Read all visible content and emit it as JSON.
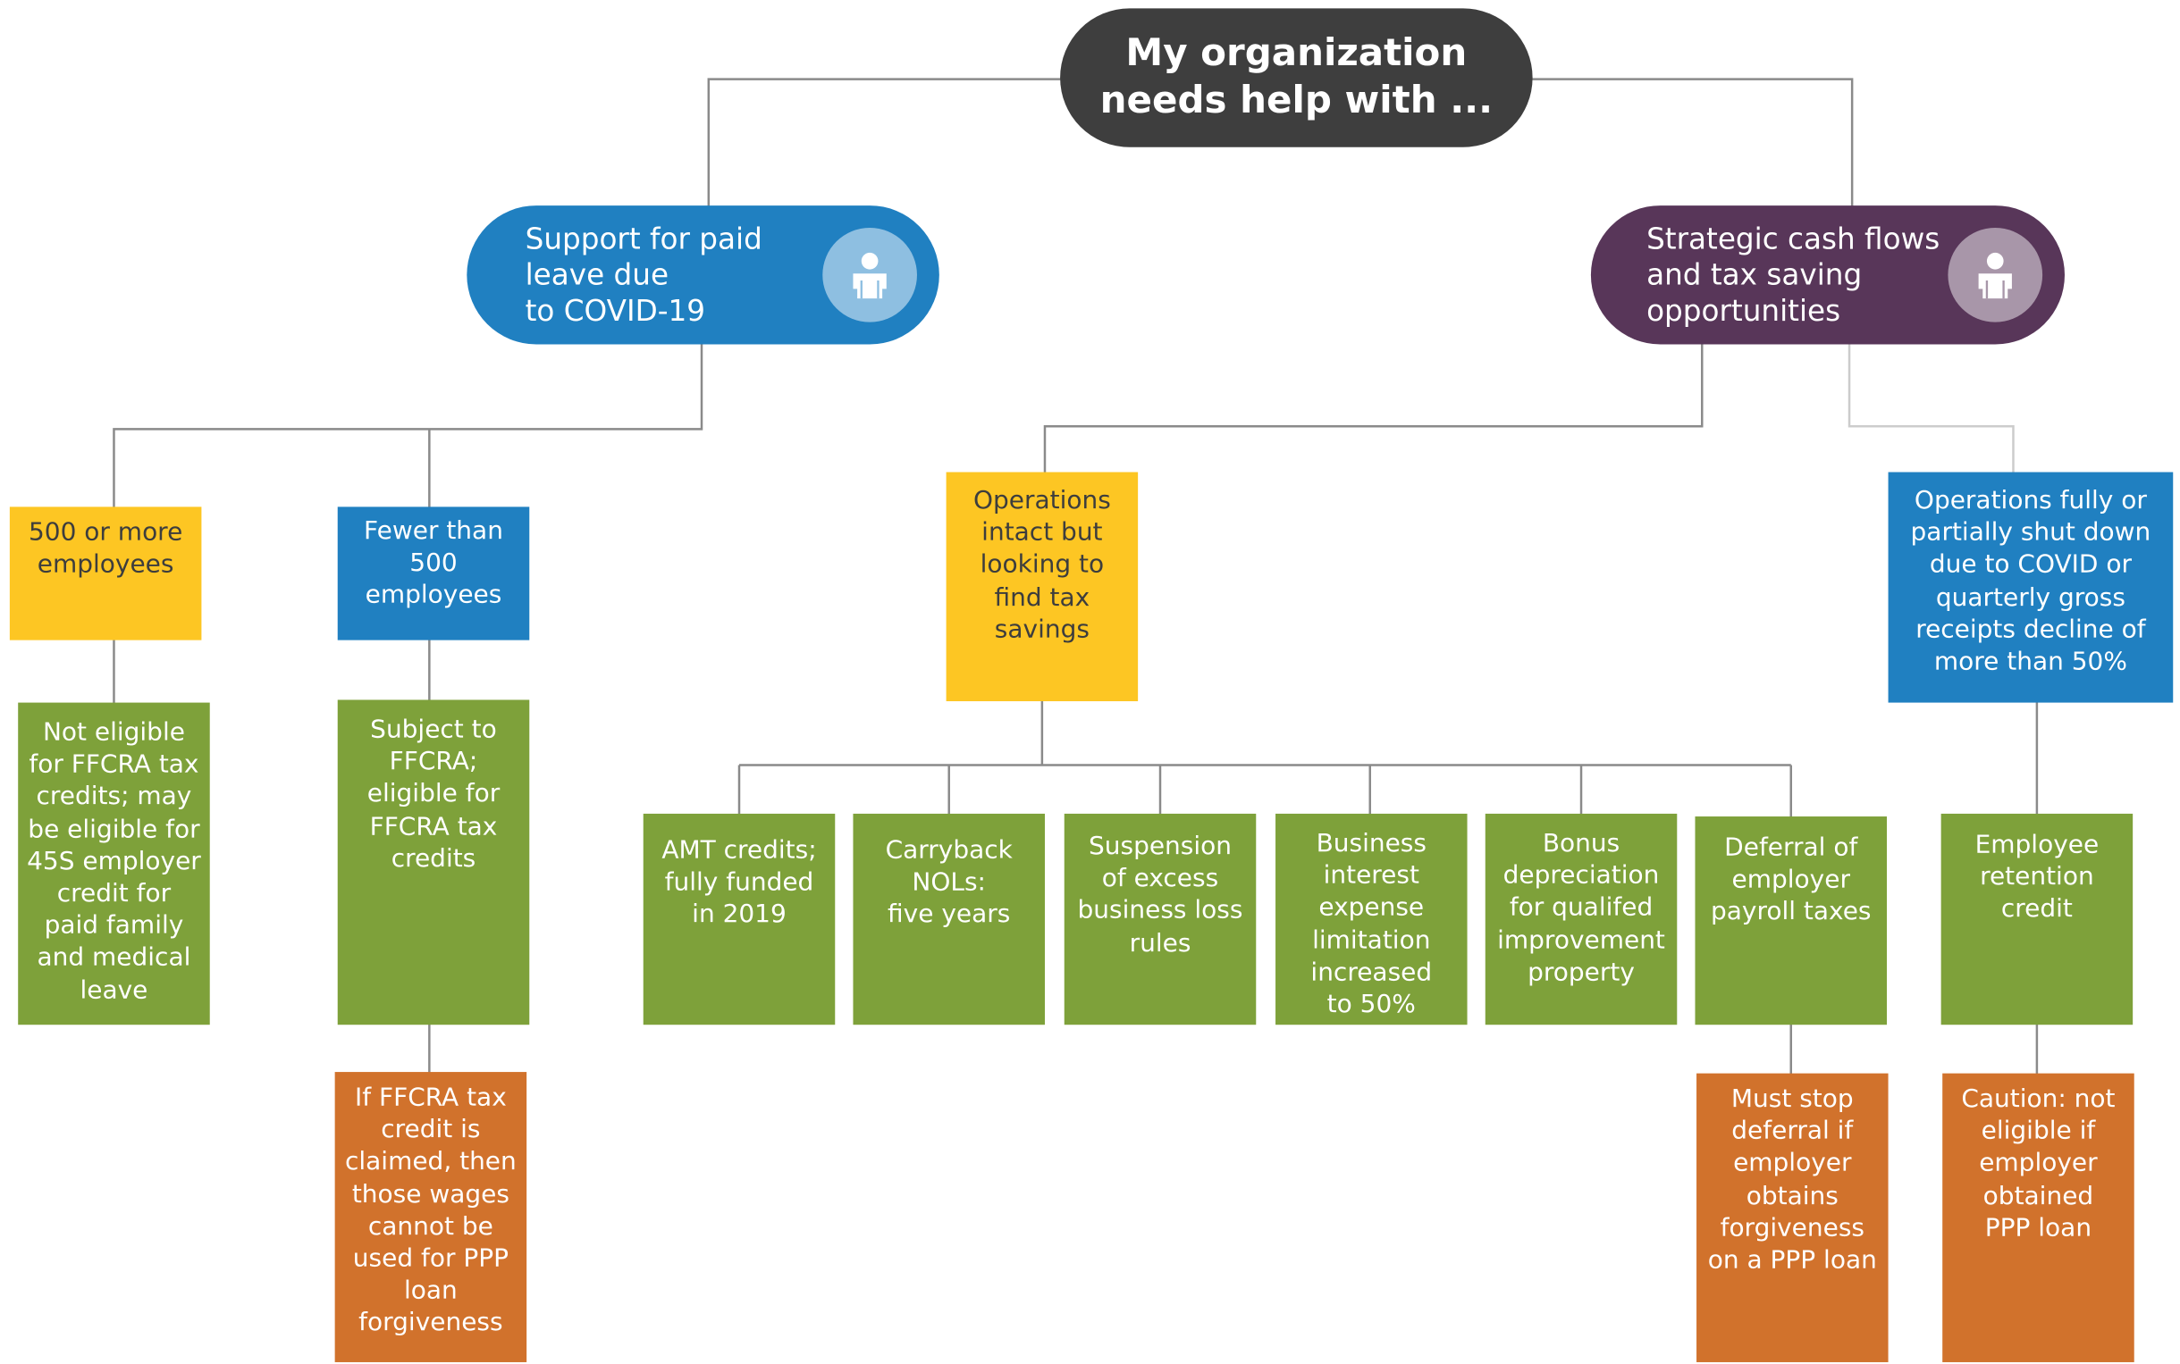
{
  "root": {
    "title": "My organization\nneeds help with ..."
  },
  "branches": {
    "paid_leave": {
      "label": "Support for paid\nleave due\nto COVID-19",
      "icon": "person-icon",
      "color": "#2080c1",
      "badge_color": "#8ebfe1"
    },
    "cash_flows": {
      "label": "Strategic cash flows\nand tax saving\nopportunities",
      "icon": "person-icon",
      "color": "#583659",
      "badge_color": "#a896a9"
    }
  },
  "level2": {
    "five_hundred_plus": "500 or more\nemployees",
    "fewer_than_500": "Fewer than\n500\nemployees",
    "operations_intact": "Operations\nintact but\nlooking to\nfind tax\nsavings",
    "operations_shut": "Operations fully or\npartially shut down\ndue to COVID or\nquarterly gross\nreceipts decline of\nmore than 50%"
  },
  "level3": {
    "not_eligible": "Not eligible\nfor FFCRA tax\ncredits; may\nbe eligible for\n45S employer\ncredit for\npaid family\nand medical\nleave",
    "subject_ffcra": "Subject to\nFFCRA;\neligible for\nFFCRA tax\ncredits",
    "amt_credits": "AMT credits;\nfully funded\nin 2019",
    "carryback_nols": "Carryback\nNOLs:\nfive years",
    "suspension": "Suspension\nof excess\nbusiness loss\nrules",
    "business_interest": "Business\ninterest\nexpense\nlimitation\nincreased\nto 50%",
    "bonus_depreciation": "Bonus\ndepreciation\nfor qualifed\nimprovement\nproperty",
    "deferral_payroll": "Deferral of\nemployer\npayroll taxes",
    "employee_retention": "Employee\nretention\ncredit"
  },
  "level4": {
    "ffcra_caution": "If FFCRA tax\ncredit is\nclaimed, then\nthose wages\ncannot be\nused for PPP\nloan\nforgiveness",
    "stop_deferral": "Must stop\ndeferral if\nemployer\nobtains\nforgiveness\non a PPP loan",
    "retention_caution": "Caution: not\neligible if\nemployer\nobtained\nPPP loan"
  },
  "colors": {
    "root": "#3e3e3e",
    "yellow": "#fdc623",
    "blue": "#2080c1",
    "green": "#7ea13a",
    "orange": "#d1722c",
    "connector": "#8a8a8a"
  }
}
